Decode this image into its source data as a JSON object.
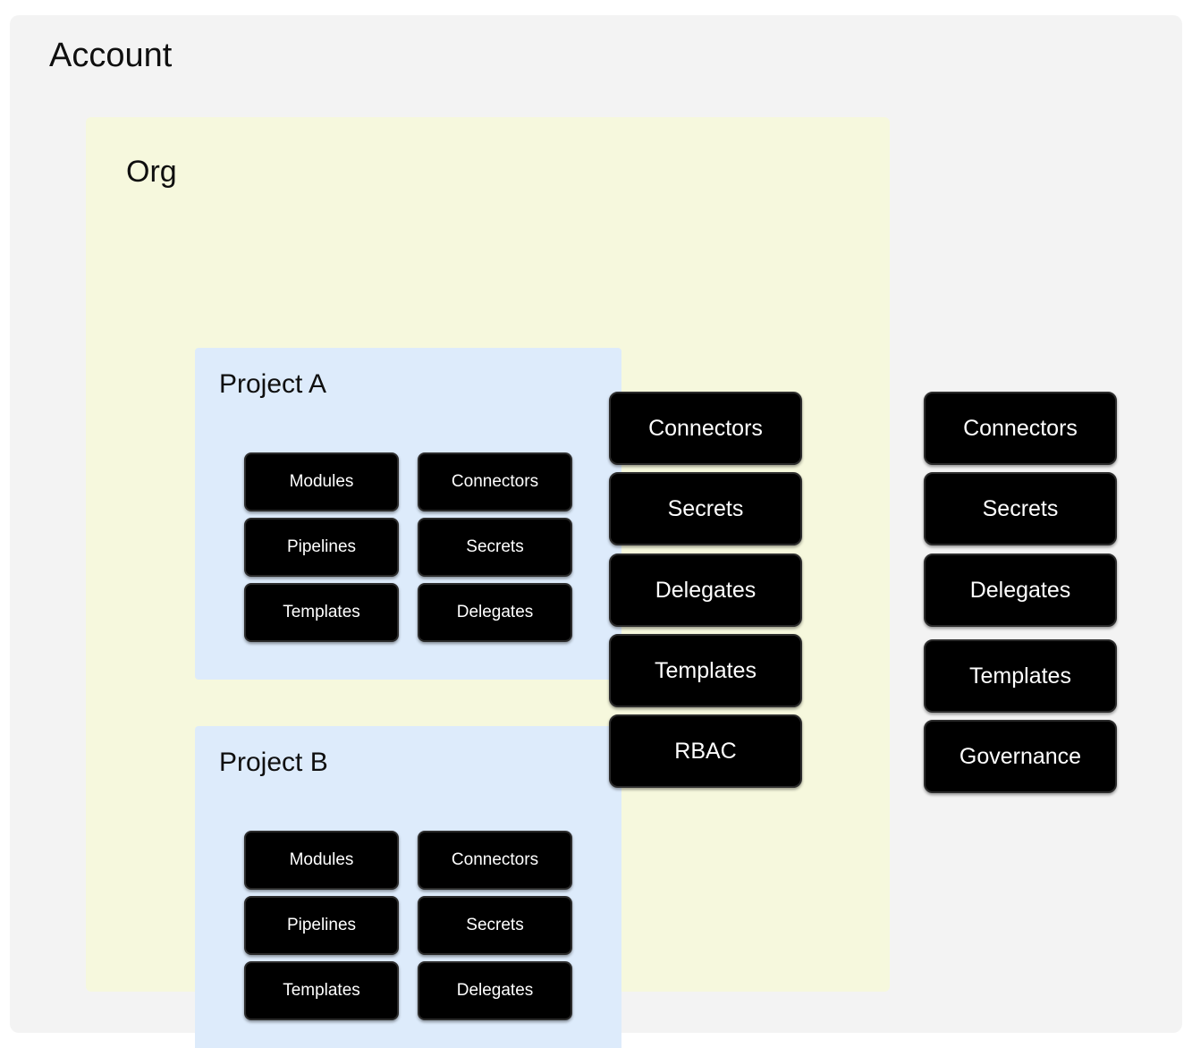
{
  "diagram": {
    "title": "Account",
    "scopes": {
      "account": {
        "label": "Account",
        "bg_color": "#f3f3f3"
      },
      "org": {
        "label": "Org",
        "bg_color": "#f6f8dd"
      },
      "project_a": {
        "label": "Project A",
        "bg_color": "#ddebfb"
      },
      "project_b": {
        "label": "Project B",
        "bg_color": "#ddebfb"
      }
    },
    "tile_style": {
      "bg_color": "#000000",
      "text_color": "#ffffff"
    }
  },
  "project_a": {
    "label": "Project A",
    "tiles": [
      {
        "label": "Modules"
      },
      {
        "label": "Connectors"
      },
      {
        "label": "Pipelines"
      },
      {
        "label": "Secrets"
      },
      {
        "label": "Templates"
      },
      {
        "label": "Delegates"
      }
    ]
  },
  "project_b": {
    "label": "Project B",
    "tiles": [
      {
        "label": "Modules"
      },
      {
        "label": "Connectors"
      },
      {
        "label": "Pipelines"
      },
      {
        "label": "Secrets"
      },
      {
        "label": "Templates"
      },
      {
        "label": "Delegates"
      }
    ]
  },
  "org_level": {
    "label": "Org",
    "tiles": [
      {
        "label": "Connectors"
      },
      {
        "label": "Secrets"
      },
      {
        "label": "Delegates"
      },
      {
        "label": "Templates"
      },
      {
        "label": "RBAC"
      }
    ]
  },
  "account_level": {
    "label": "Account",
    "tiles": [
      {
        "label": "Connectors"
      },
      {
        "label": "Secrets"
      },
      {
        "label": "Delegates"
      },
      {
        "label": "Templates"
      },
      {
        "label": "Governance"
      }
    ]
  }
}
